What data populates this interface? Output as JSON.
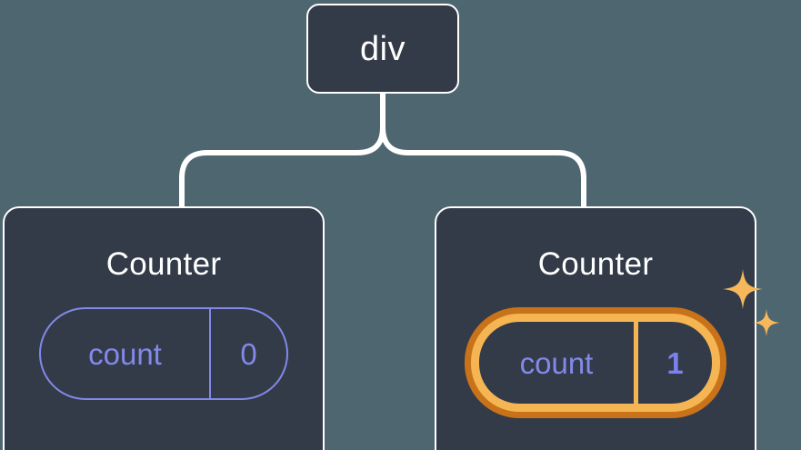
{
  "diagram": {
    "type": "component-tree",
    "background_color": "#4d6670",
    "node_fill_color": "#333b49",
    "node_border_color": "#ffffff",
    "connector_color": "#ffffff",
    "state_color": "#8289e8",
    "highlight_outer_color": "#c8721a",
    "highlight_inner_color": "#f5b553",
    "highlight_value_color": "#7b82f0",
    "root": {
      "label": "div"
    },
    "children": [
      {
        "title": "Counter",
        "state_key": "count",
        "state_value": "0",
        "highlighted": "false"
      },
      {
        "title": "Counter",
        "state_key": "count",
        "state_value": "1",
        "highlighted": "true"
      }
    ],
    "sparkle_count": "2"
  }
}
